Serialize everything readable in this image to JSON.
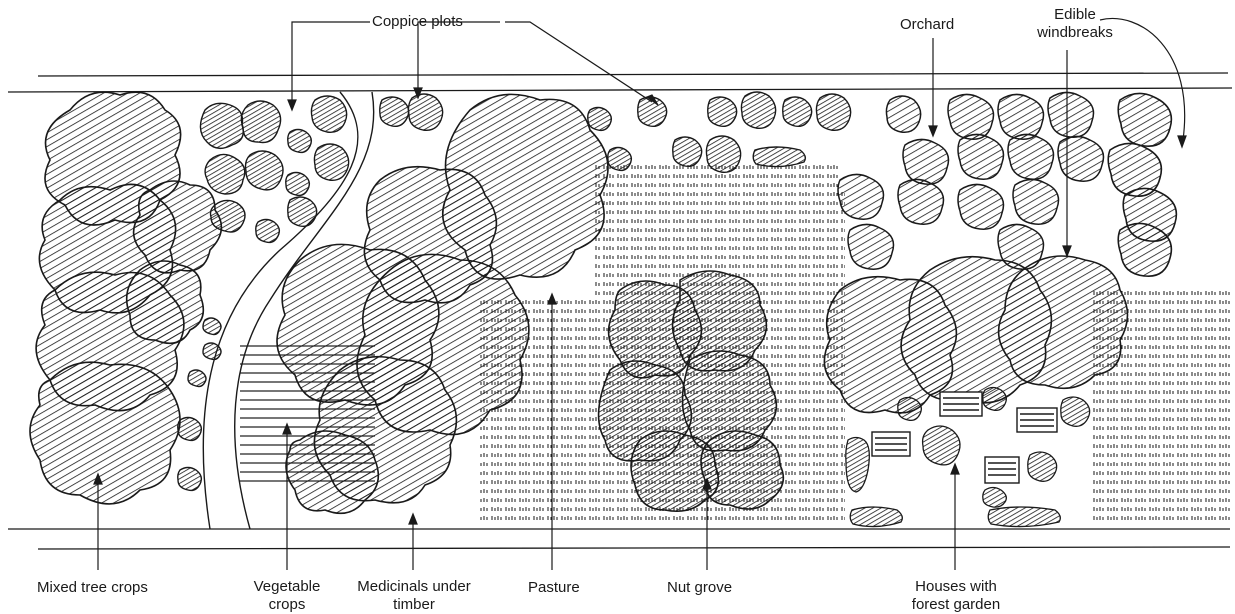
{
  "labels": {
    "coppice_plots": "Coppice plots",
    "orchard": "Orchard",
    "edible_windbreaks": "Edible windbreaks",
    "mixed_tree_crops": "Mixed tree crops",
    "vegetable_crops": "Vegetable crops",
    "medicinals_under_timber": "Medicinals under timber",
    "pasture": "Pasture",
    "nut_grove": "Nut grove",
    "houses_with_forest_garden": "Houses with forest garden"
  },
  "colors": {
    "ink": "#1a1a1a",
    "paper": "#ffffff"
  }
}
